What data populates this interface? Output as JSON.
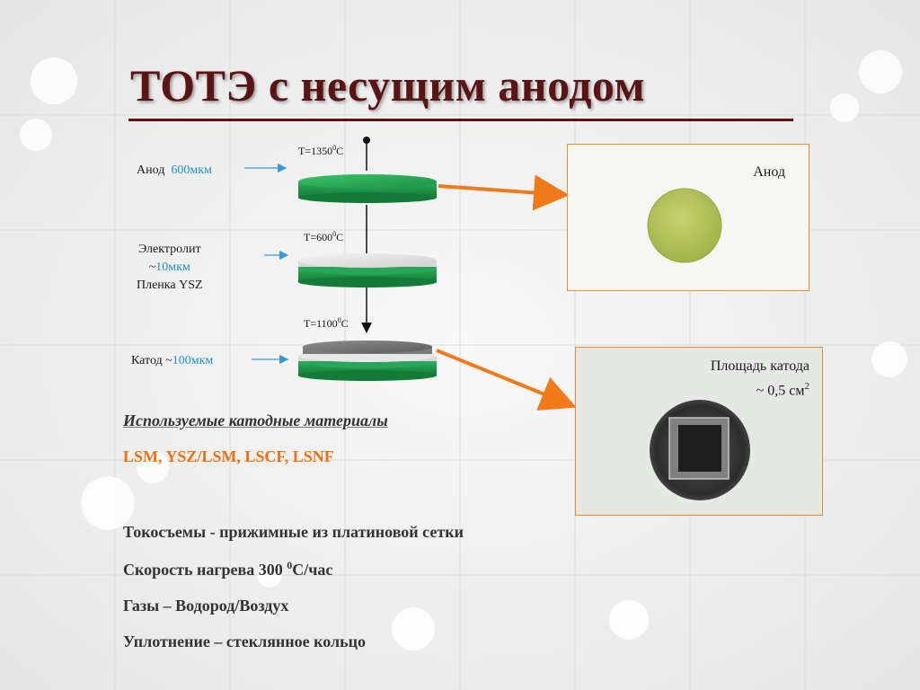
{
  "title": "ТОТЭ с несущим анодом",
  "diagram": {
    "anode": {
      "label": "Анод",
      "value": "600мкм"
    },
    "electrolyte": {
      "label": "Электролит",
      "value_prefix": "~",
      "value": "10мкм",
      "sublabel": "Пленка YSZ"
    },
    "cathode": {
      "label": "Катод",
      "value_prefix": "~",
      "value": "100мкм"
    },
    "temps": {
      "t1": {
        "prefix": "T=1350",
        "sup": "0",
        "suffix": "C"
      },
      "t2": {
        "prefix": "T=600",
        "sup": "0",
        "suffix": "C"
      },
      "t3": {
        "prefix": "T=1100",
        "sup": "0",
        "suffix": "C"
      }
    }
  },
  "panels": {
    "anode_photo": {
      "label": "Анод"
    },
    "cathode_photo": {
      "label_line1": "Площадь катода",
      "label_line2_prefix": "~ 0,5 см",
      "label_line2_sup": "2"
    }
  },
  "materials": {
    "heading": "Используемые катодные материалы",
    "list": "LSM,  YSZ/LSM, LSCF, LSNF"
  },
  "facts": {
    "current_collectors": "Токосъемы  - прижимные из платиновой сетки",
    "heating_prefix": "Скорость нагрева 300 ",
    "heating_sup": "0",
    "heating_suffix": "С/час",
    "gases": "Газы – Водород/Воздух",
    "sealing": "Уплотнение – стеклянное кольцо"
  },
  "colors": {
    "title": "#5a1414",
    "accent_orange": "#f07010",
    "value_blue": "#1e8fc8",
    "disk_green": "#1f9a4a",
    "anode_disk": "#b3c25a"
  }
}
